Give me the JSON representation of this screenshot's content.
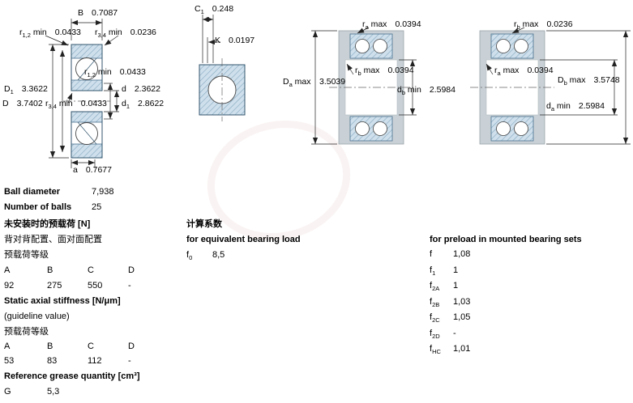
{
  "diagram1": {
    "labels": {
      "B": {
        "sym": "B",
        "val": "0.7087"
      },
      "r12_top": {
        "sym": "r",
        "sub": "1,2",
        "suf": "min",
        "val": "0.0433"
      },
      "r34_top": {
        "sym": "r",
        "sub": "3,4",
        "suf": "min",
        "val": "0.0236"
      },
      "r12_mid": {
        "sym": "r",
        "sub": "1,2",
        "suf": "min",
        "val": "0.0433"
      },
      "d": {
        "sym": "d",
        "val": "2.3622"
      },
      "D1": {
        "sym": "D",
        "sub": "1",
        "val": "3.3622"
      },
      "D": {
        "sym": "D",
        "val": "3.7402"
      },
      "r34_mid": {
        "sym": "r",
        "sub": "3,4",
        "suf": "min",
        "val": "0.0433"
      },
      "d1": {
        "sym": "d",
        "sub": "1",
        "val": "2.8622"
      },
      "a": {
        "sym": "a",
        "val": "0.7677"
      }
    }
  },
  "diagram2": {
    "labels": {
      "C1": {
        "sym": "C",
        "sub": "1",
        "val": "0.248"
      },
      "K": {
        "sym": "K",
        "val": "0.0197"
      }
    }
  },
  "diagram3": {
    "labels": {
      "ra": {
        "sym": "r",
        "sub": "a",
        "suf": "max",
        "val": "0.0394"
      },
      "rb": {
        "sym": "r",
        "sub": "b",
        "suf": "max",
        "val": "0.0394"
      },
      "Da": {
        "sym": "D",
        "sub": "a",
        "suf": "max"
      },
      "Da_val": "3.5039",
      "db": {
        "sym": "d",
        "sub": "b",
        "suf": "min",
        "val": "2.5984"
      }
    }
  },
  "diagram4": {
    "labels": {
      "rb": {
        "sym": "r",
        "sub": "b",
        "suf": "max",
        "val": "0.0236"
      },
      "ra": {
        "sym": "r",
        "sub": "a",
        "suf": "max",
        "val": "0.0394"
      },
      "Db": {
        "sym": "D",
        "sub": "b",
        "suf": "max",
        "val": "3.5748"
      },
      "da": {
        "sym": "d",
        "sub": "a",
        "suf": "min",
        "val": "2.5984"
      }
    }
  },
  "specs": {
    "ball_diameter": {
      "label": "Ball diameter",
      "value": "7,938"
    },
    "number_of_balls": {
      "label": "Number of balls",
      "value": "25"
    },
    "preload": {
      "title": "未安装时的预载荷 [N]",
      "subtitle": "背对背配置、面对面配置",
      "class_label": "预载荷等级",
      "headers": [
        "A",
        "B",
        "C",
        "D"
      ],
      "values": [
        "92",
        "275",
        "550",
        "-"
      ]
    },
    "stiffness": {
      "title": "Static axial stiffness [N/μm]",
      "subtitle": "(guideline value)",
      "class_label": "预载荷等级",
      "headers": [
        "A",
        "B",
        "C",
        "D"
      ],
      "values": [
        "53",
        "83",
        "112",
        "-"
      ]
    },
    "grease": {
      "title": "Reference grease quantity [cm³]",
      "sym": {
        "sym": "G"
      },
      "value": "5,3"
    }
  },
  "factors": {
    "calc_title": "计算系数",
    "equiv_title": "for equivalent bearing load",
    "f0": {
      "sym": "f",
      "sub": "0"
    },
    "f0_value": "8,5",
    "preload_title": "for preload in mounted bearing sets",
    "rows": [
      {
        "label": {
          "sym": "f"
        },
        "value": "1,08"
      },
      {
        "label": {
          "sym": "f",
          "sub": "1"
        },
        "value": "1"
      },
      {
        "label": {
          "sym": "f",
          "sub": "2A"
        },
        "value": "1"
      },
      {
        "label": {
          "sym": "f",
          "sub": "2B"
        },
        "value": "1,03"
      },
      {
        "label": {
          "sym": "f",
          "sub": "2C"
        },
        "value": "1,05"
      },
      {
        "label": {
          "sym": "f",
          "sub": "2D"
        },
        "value": "-"
      },
      {
        "label": {
          "sym": "f",
          "sub": "HC"
        },
        "value": "1,01"
      }
    ]
  }
}
